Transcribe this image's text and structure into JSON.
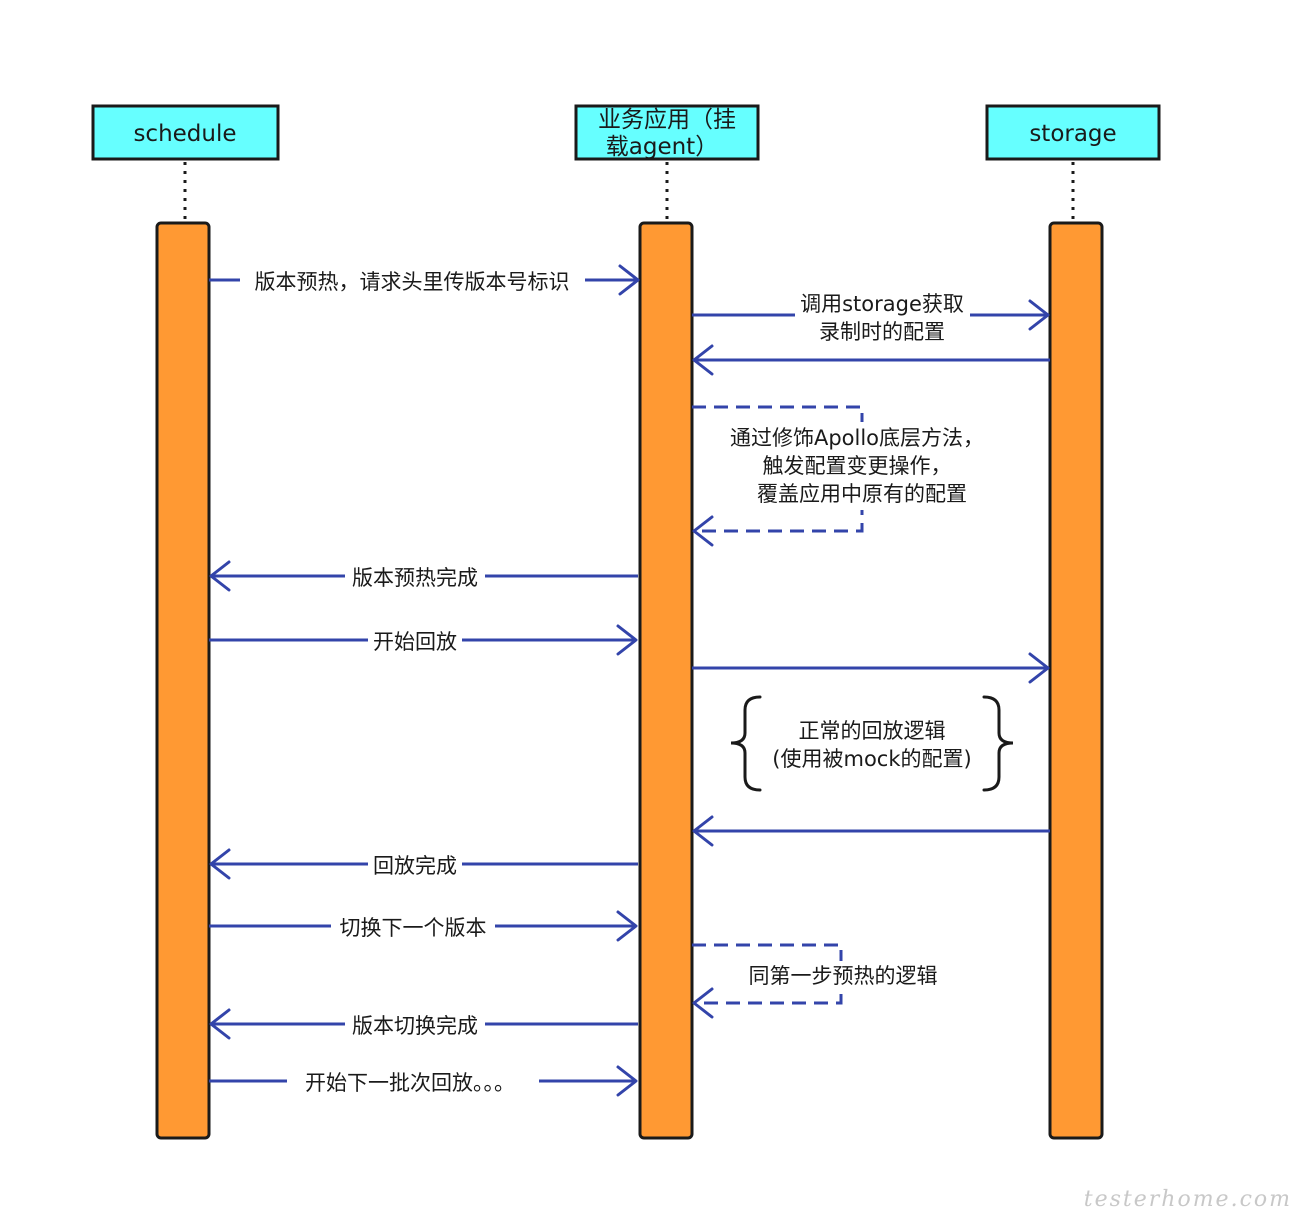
{
  "actors": {
    "schedule": "schedule",
    "app_line1": "业务应用（挂",
    "app_line2": "载agent）",
    "storage": "storage"
  },
  "messages": {
    "m1": "版本预热，请求头里传版本号标识",
    "m2_line1": "调用storage获取",
    "m2_line2": "录制时的配置",
    "m3_line1": "通过修饰Apollo底层方法，",
    "m3_line2": "触发配置变更操作，",
    "m3_line3": "覆盖应用中原有的配置",
    "m4": "版本预热完成",
    "m5": "开始回放",
    "m6_line1": "正常的回放逻辑",
    "m6_line2": "(使用被mock的配置)",
    "m7": "回放完成",
    "m8": "切换下一个版本",
    "m9": "同第一步预热的逻辑",
    "m10": "版本切换完成",
    "m11": "开始下一批次回放。。。"
  },
  "watermark": "testerhome.com",
  "colors": {
    "actor_fill": "#66ffff",
    "activation_fill": "#ff9933",
    "arrow": "#3344aa"
  }
}
